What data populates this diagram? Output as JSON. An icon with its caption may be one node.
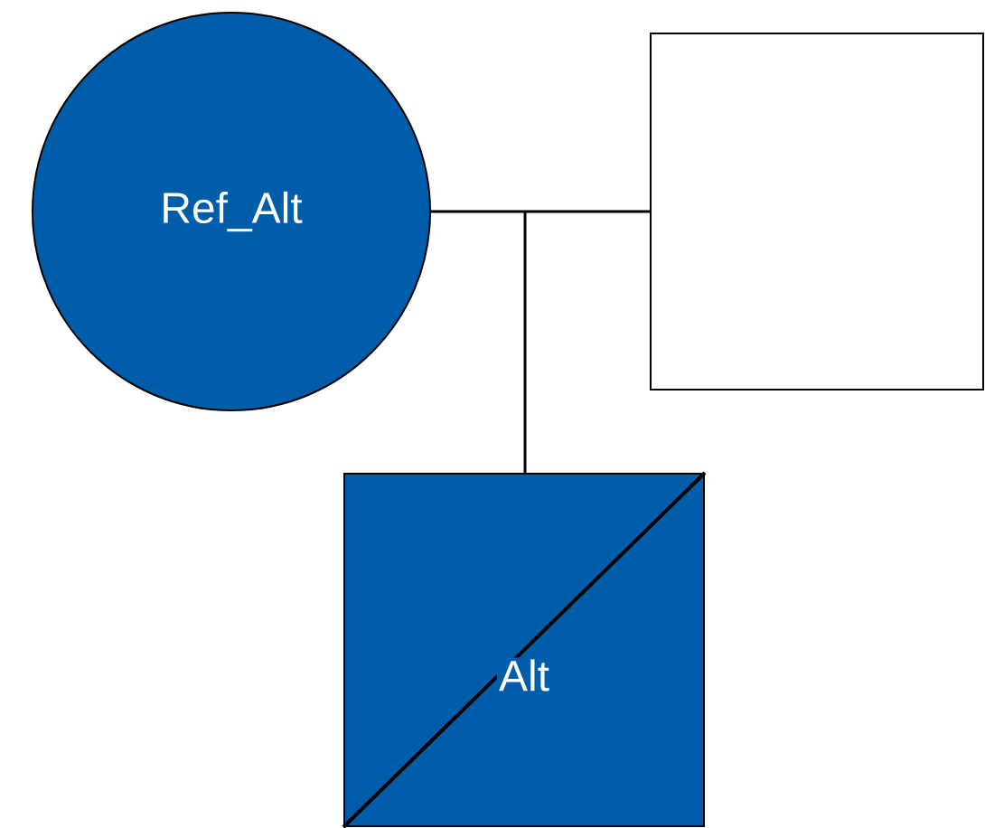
{
  "diagram": {
    "nodes": [
      {
        "text": [
          "Ref_Alt"
        ]
      },
      {
        "text": [],
        "shape": "box"
      },
      {
        "text": [
          "Alt"
        ]
      }
    ],
    "edges": [
      {
        "from": 0,
        "to": 2,
        "arrow": "none"
      },
      {
        "from": 1,
        "to": 2,
        "arrow": "none"
      }
    ]
  }
}
